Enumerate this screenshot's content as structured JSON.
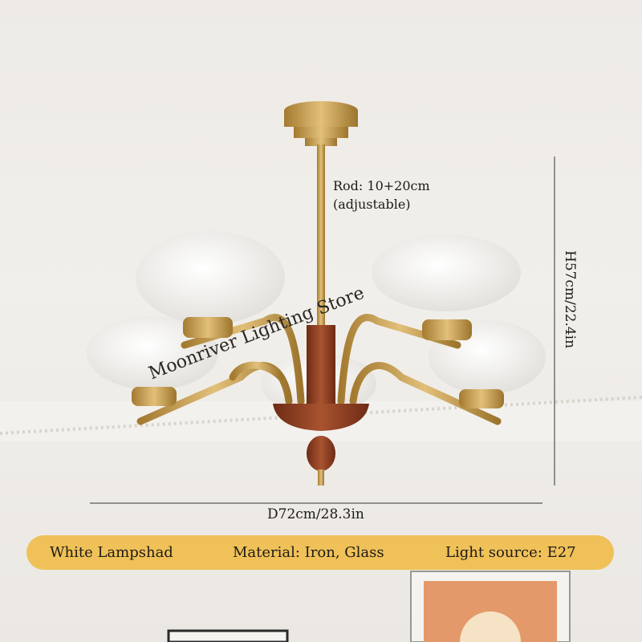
{
  "annotations": {
    "rod_line1": "Rod: 10+20cm",
    "rod_line2": "(adjustable)",
    "height": "H57cm/22.4in",
    "diameter": "D72cm/28.3in"
  },
  "watermark": "Moonriver Lighting Store",
  "spec_bar": {
    "shade": "White Lampshad",
    "material": "Material: Iron, Glass",
    "light_source": "Light source: E27"
  },
  "colors": {
    "bar": "#efc158",
    "brass": "#c9a04c",
    "wood": "#8e3f22"
  }
}
